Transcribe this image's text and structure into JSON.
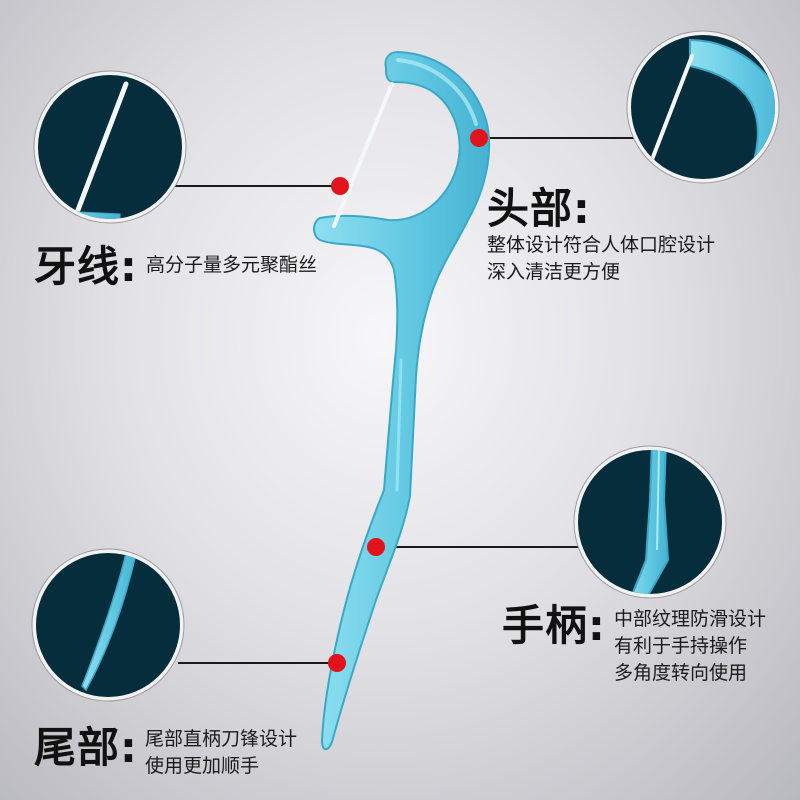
{
  "colors": {
    "pick_fill": "#6ccfe6",
    "pick_edge": "#3ba8c7",
    "floss": "#f4f8fa",
    "marker": "#e3131b",
    "leader": "#1a1a1a",
    "zoom_bg": "#052d3c",
    "zoom_ring": "#f2f2f2"
  },
  "callouts": {
    "floss": {
      "title": "牙线:",
      "desc": [
        "高分子量多元聚酯丝"
      ]
    },
    "head": {
      "title": "头部:",
      "desc": [
        "整体设计符合人体口腔设计",
        "深入清洁更方便"
      ]
    },
    "handle": {
      "title": "手柄:",
      "desc": [
        "中部纹理防滑设计",
        "有利于手持操作",
        "多角度转向使用"
      ]
    },
    "tail": {
      "title": "尾部:",
      "desc": [
        "尾部直柄刀锋设计",
        "使用更加顺手"
      ]
    }
  }
}
